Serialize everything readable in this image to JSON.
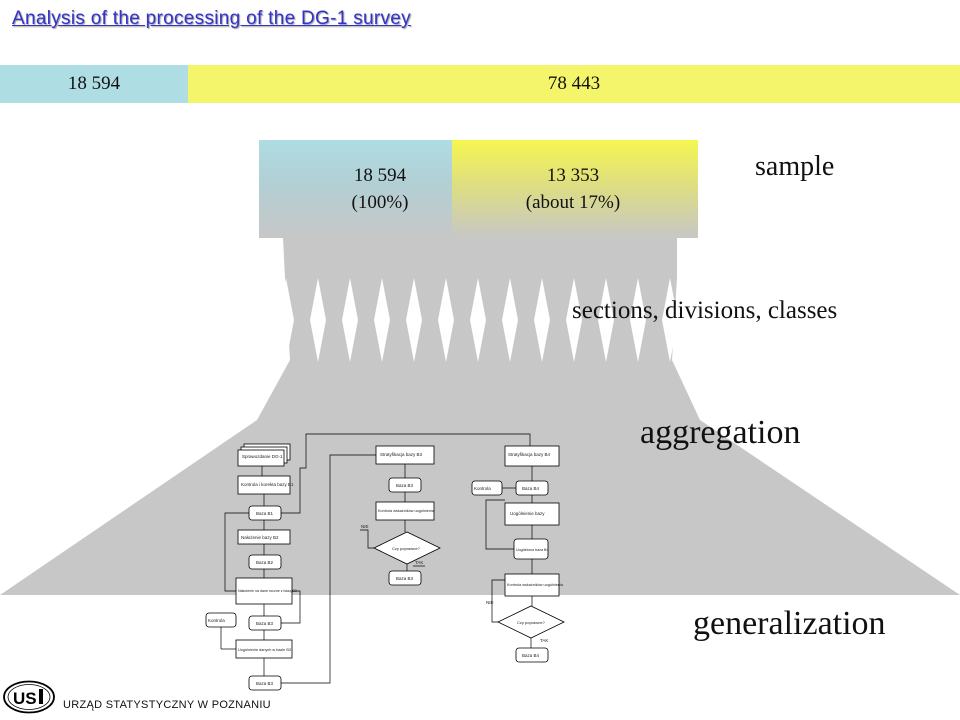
{
  "title": "Analysis of the processing of the DG-1 survey",
  "population": {
    "left_value": "18 594",
    "right_value": "78 443"
  },
  "sample": {
    "left_value": "18 594",
    "left_share": "(100%)",
    "right_value": "13 353",
    "right_share": "(about 17%)"
  },
  "labels": {
    "sample": "sample",
    "sections": "sections,  divisions,  classes",
    "aggregation": "aggregation",
    "generalization": "generalization"
  },
  "flowchart": {
    "col1": [
      "Sprawozdanie DG-1",
      "Kontrola i korekta bazy B1",
      "Baza B1",
      "Nałożenie bazy B2",
      "Baza B2",
      "Nałożenie na dane roczne z bazą B3",
      "Baza B3",
      "Uogólnienie danych w bazie B3",
      "Baza B3"
    ],
    "side_input": "Kontrola",
    "col2": [
      "Stratyfikacja bazy B3",
      "Baza B3",
      "Kontrola wskaźników uogólnienia",
      "Czy poprawne?",
      "Baza B3"
    ],
    "col3": [
      "Stratyfikacja bazy B4",
      "Baza B4",
      "Uogólnienie bazy",
      "Uogólniona baza B4",
      "Kontrola wskaźników uogólnienia",
      "Czy poprawne?",
      "Baza B4"
    ],
    "yes": "TAK",
    "no": "NIE"
  },
  "footer": {
    "org": "URZĄD STATYSTYCZNY W POZNANIU",
    "logo_text": "US"
  },
  "colors": {
    "blue": "#aedde3",
    "yellow": "#f5f56b",
    "gray": "#c7c7c7",
    "title": "#3333cc"
  }
}
